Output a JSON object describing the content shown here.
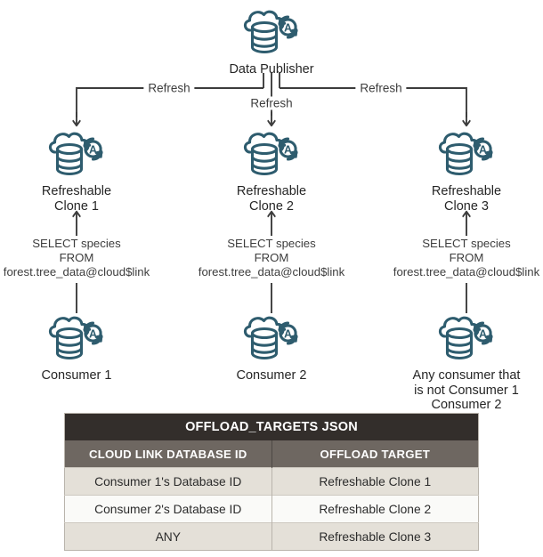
{
  "diagram": {
    "icon_color": "#2e5c6e",
    "line_color": "#3c3c3c",
    "publisher": {
      "label": "Data Publisher",
      "icon": "cloud-database-autonomous-icon"
    },
    "edges": [
      {
        "label": "Refresh"
      },
      {
        "label": "Refresh"
      },
      {
        "label": "Refresh"
      }
    ],
    "clones": [
      {
        "label": "Refreshable\nClone 1",
        "icon": "cloud-database-autonomous-icon"
      },
      {
        "label": "Refreshable\nClone 2",
        "icon": "cloud-database-autonomous-icon"
      },
      {
        "label": "Refreshable\nClone 3",
        "icon": "cloud-database-autonomous-icon"
      }
    ],
    "queries": [
      {
        "text": "SELECT species\nFROM\nforest.tree_data@cloud$link"
      },
      {
        "text": "SELECT species\nFROM\nforest.tree_data@cloud$link"
      },
      {
        "text": "SELECT species\nFROM\nforest.tree_data@cloud$link"
      }
    ],
    "consumers": [
      {
        "label": "Consumer 1",
        "icon": "cloud-database-autonomous-icon"
      },
      {
        "label": "Consumer 2",
        "icon": "cloud-database-autonomous-icon"
      },
      {
        "label": "Any consumer that\nis not Consumer 1\nConsumer 2",
        "icon": "cloud-database-autonomous-icon"
      }
    ]
  },
  "table": {
    "title": "OFFLOAD_TARGETS JSON",
    "columns": [
      "CLOUD LINK DATABASE ID",
      "OFFLOAD TARGET"
    ],
    "rows": [
      [
        "Consumer 1's Database ID",
        "Refreshable Clone 1"
      ],
      [
        "Consumer 2's Database ID",
        "Refreshable Clone 2"
      ],
      [
        "ANY",
        "Refreshable Clone 3"
      ]
    ],
    "colors": {
      "title_bg": "#332e2b",
      "header_bg": "#6e6761",
      "row_odd_bg": "#e4e0d8",
      "row_even_bg": "#fafaf8"
    }
  }
}
